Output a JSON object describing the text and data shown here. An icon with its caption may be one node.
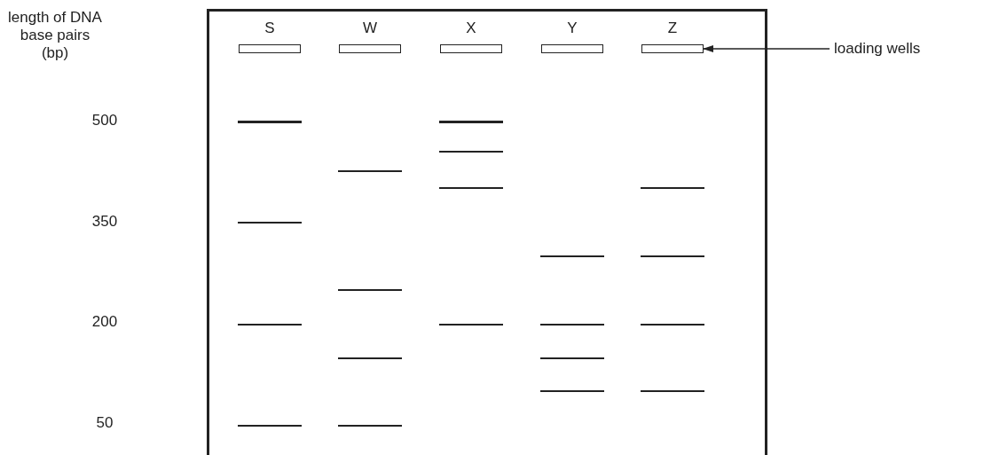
{
  "diagram": {
    "nodes": [
      {
        "text": [],
        "shape": "box",
        "beside": [
          "S"
        ]
      },
      {
        "text": [],
        "shape": "box",
        "beside": [
          "W"
        ]
      },
      {
        "text": [],
        "shape": "box",
        "beside": [
          "X"
        ]
      },
      {
        "text": [],
        "shape": "box",
        "beside": [
          "Y"
        ]
      },
      {
        "text": [],
        "shape": "box",
        "beside": [
          "Z"
        ]
      },
      {
        "text": [
          "loading wells"
        ]
      }
    ],
    "edges": [
      {
        "from": 5,
        "to": 4,
        "arrow": "to"
      }
    ],
    "labels": [
      "length of DNA base pairs (bp)",
      "500",
      "350",
      "200",
      "50"
    ]
  }
}
